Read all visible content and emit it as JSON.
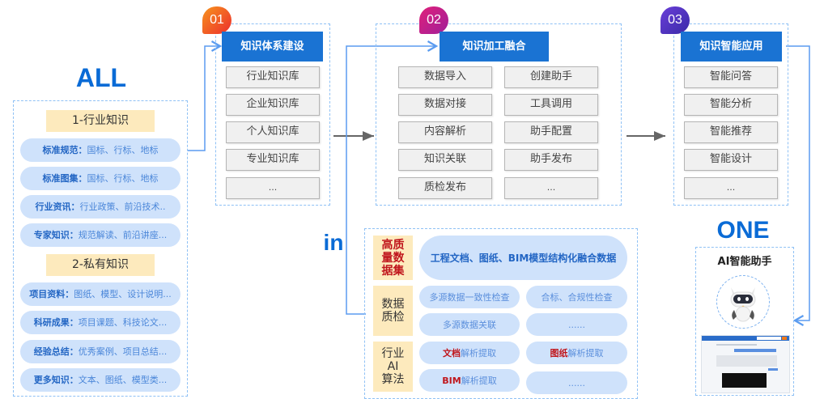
{
  "left": {
    "title": "ALL",
    "sections": [
      {
        "heading": "1-行业知识",
        "items": [
          {
            "key": "标准规范：",
            "value": "国标、行标、地标"
          },
          {
            "key": "标准图集：",
            "value": "国标、行标、地标"
          },
          {
            "key": "行业资讯：",
            "value": "行业政策、前沿技术.."
          },
          {
            "key": "专家知识：",
            "value": "规范解读、前沿讲座..."
          }
        ]
      },
      {
        "heading": "2-私有知识",
        "items": [
          {
            "key": "项目资料：",
            "value": "图纸、模型、设计说明..."
          },
          {
            "key": "科研成果：",
            "value": "项目课题、科技论文..."
          },
          {
            "key": "经验总结：",
            "value": "优秀案例、项目总结..."
          },
          {
            "key": "更多知识：",
            "value": "文本、图纸、模型类..."
          }
        ]
      }
    ]
  },
  "stages": [
    {
      "badge": "01",
      "badge_color": "#f05a1a",
      "title": "知识体系建设",
      "items": [
        "行业知识库",
        "企业知识库",
        "个人知识库",
        "专业知识库",
        "..."
      ]
    },
    {
      "badge": "02",
      "badge_color": "#c2207a",
      "title": "知识加工融合",
      "left_items": [
        "数据导入",
        "数据对接",
        "内容解析",
        "知识关联",
        "质检发布"
      ],
      "right_items": [
        "创建助手",
        "工具调用",
        "助手配置",
        "助手发布",
        "..."
      ]
    },
    {
      "badge": "03",
      "badge_color": "#5a2fc2",
      "title": "知识智能应用",
      "items": [
        "智能问答",
        "智能分析",
        "智能推荐",
        "智能设计",
        "..."
      ]
    }
  ],
  "in_label": "in",
  "bottom": {
    "rows": [
      {
        "label": "高质量数据集",
        "label_lines": [
          "高质",
          "量数",
          "据集"
        ],
        "items": [
          "工程文档、图纸、BIM模型结构化融合数据"
        ]
      },
      {
        "label": "数据质检",
        "label_lines": [
          "数据",
          "质检"
        ],
        "items": [
          "多源数据一致性检查",
          "合标、合规性检查",
          "多源数据关联",
          "......"
        ]
      },
      {
        "label": "行业AI算法",
        "label_lines": [
          "行业",
          "AI",
          "算法"
        ],
        "items": [
          {
            "highlight": "文档",
            "rest": "解析提取"
          },
          {
            "highlight": "图纸",
            "rest": "解析提取"
          },
          {
            "highlight": "BIM",
            "rest": "解析提取"
          },
          {
            "highlight": "",
            "rest": "......"
          }
        ]
      }
    ]
  },
  "right": {
    "title": "ONE",
    "assistant_title": "AI智能助手",
    "robot_icon": "robot-mascot-icon",
    "screenshot": "assistant-app-screenshot"
  },
  "colors": {
    "brand_blue": "#1a73d3",
    "accent_blue": "#0a6bd6",
    "connector_blue": "#5b9cf0",
    "arrow_gray": "#666666",
    "label_yellow": "#fdeabd",
    "pill_blue": "#cfe2fb",
    "highlight_red": "#c0161c"
  }
}
